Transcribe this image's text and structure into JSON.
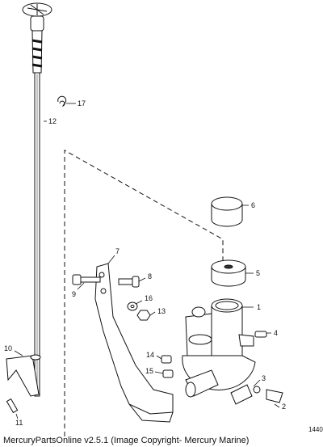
{
  "callouts": {
    "c1": "1",
    "c2": "2",
    "c3": "3",
    "c4": "4",
    "c5": "5",
    "c6": "6",
    "c7": "7",
    "c8": "8",
    "c9": "9",
    "c10": "10",
    "c11": "11",
    "c12": "12",
    "c13": "13",
    "c14": "14",
    "c15": "15",
    "c16": "16",
    "c17": "17"
  },
  "footer": {
    "caption": "MercuryPartsOnline v2.5.1 (Image Copyright- Mercury Marine)",
    "figure_id": "1440"
  }
}
